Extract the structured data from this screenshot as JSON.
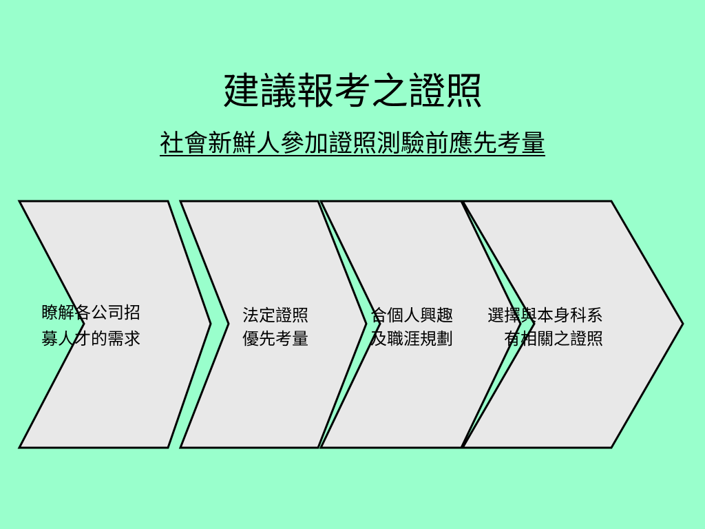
{
  "slide": {
    "title": "建議報考之證照",
    "subtitle": "社會新鮮人參加證照測驗前應先考量"
  },
  "steps": [
    {
      "lines": [
        "瞭解各公司招",
        "募人才的需求"
      ]
    },
    {
      "lines": [
        "法定證照",
        "優先考量"
      ]
    },
    {
      "lines": [
        "合個人興趣",
        "及職涯規劃"
      ]
    },
    {
      "lines": [
        "選擇與本身科系",
        "有相關之證照"
      ]
    }
  ],
  "colors": {
    "background": "#99ffcc",
    "shape_fill": "#e8e8e8",
    "shape_stroke": "#000000"
  }
}
